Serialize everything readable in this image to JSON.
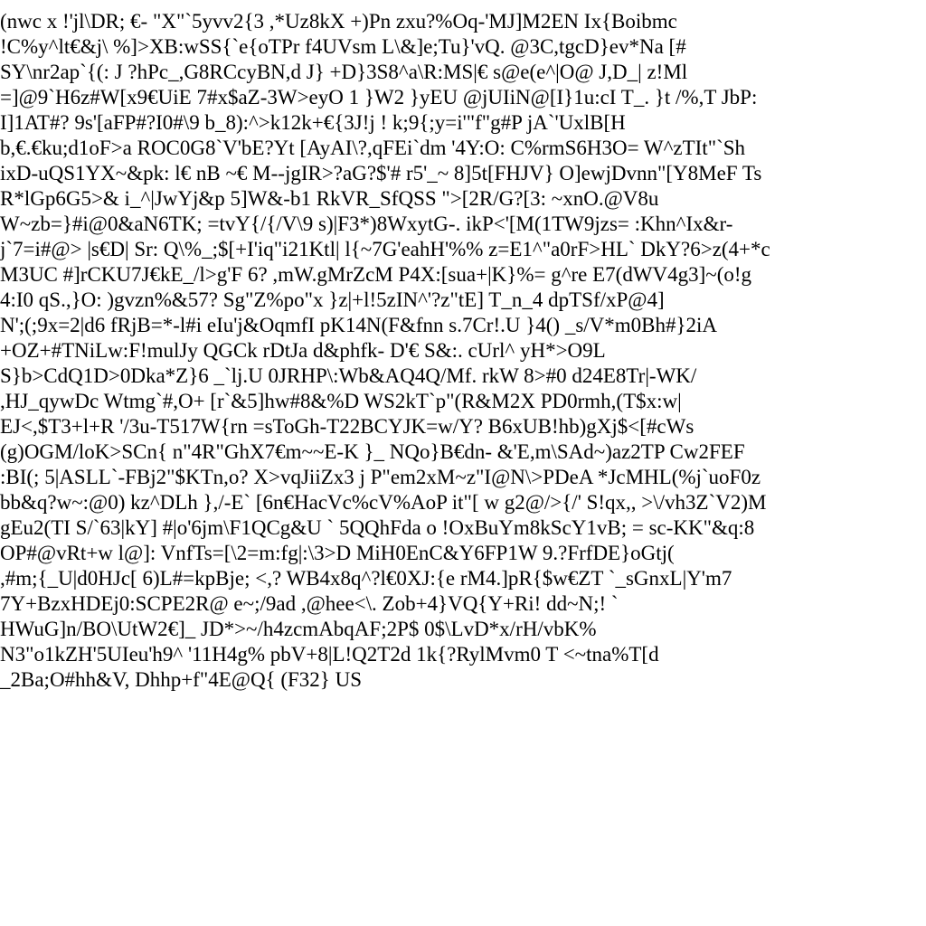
{
  "document": {
    "lines": [
      "(nwc x !'jl\\DR; €- \"X\"`5yvv2{3 ,*Uz8kX +)Pn zxu?%Oq-'MJ]M2EN Ix{Boibmc",
      "!C%y^lt€&j\\ %]>XB:wSS{`e{oTPr f4UVsm L\\&]e;Tu}'vQ. @3C,tgcD}ev*Na [#",
      "SY\\nr2ap`{(: J ?hPc_,G8RCcyBN,d J} +D}3S8^a\\R:MS|€ s@e(e^|O@ J,D_| z!Ml",
      "=]@9`H6z#W[x9€UiE 7#x$aZ-3W>eyO 1 }W2 }yEU @jUIiN@[I}1u:cI T_. }t /%,T JbP:",
      "I]1AT#? 9s'[aFP#?I0#\\9 b_8):^>k12k+€{3J!j ! k;9{;y=i'\"f\"g#P jA`'UxlB[H",
      "b,€.€ku;d1oF>a ROC0G8`V'bE?Yt [AyAI\\?,qFEi`dm '4Y:O: C%rmS6H3O= W^zTIt\"`Sh",
      "ixD-uQS1YX~&pk: l€ nB ~€ M--jgIR>?aG?$'# r5'_~ 8]5t[FHJV} O]ewjDvnn\"[Y8MeF Ts",
      "R*lGp6G5>& i_^|JwYj&p 5]W&-b1 RkVR_SfQSS \">[2R/G?[3: ~xnO.@V8u",
      "W~zb=}#i@0&aN6TK; =tvY{/{/V\\9 s)|F3*)8WxytG-. ikP<'[M(1TW9jzs= :Khn^Ix&r-",
      "j`7=i#@> |s€D| Sr: Q\\%_;$[+I'iq\"i21Ktl| l{~7G'eahH'%% z=E1^\"a0rF>HL` DkY?6>z(4+*c",
      "M3UC #]rCKU7J€kE_/l>g'F 6? ,mW.gMrZcM P4X:[sua+|K}%= g^re E7(dWV4g3]~(o!g",
      "4:I0 qS.,}O: )gvzn%&57? Sg\"Z%po\"x }z|+l!5zIN^'?z\"tE] T_n_4 dpTSf/xP@4]",
      "N';(;9x=2|d6 fRjB=*-l#i eIu'j&OqmfI pK14N(F&fnn s.7Cr!.U }4() _s/V*m0Bh#}2iA",
      "+OZ+#TNiLw:F!mulJy QGCk rDtJa d&phfk- D'€ S&:. cUrl^ yH*>O9L",
      "S}b>CdQ1D>0Dka*Z}6 _`lj.U 0JRHP\\:Wb&AQ4Q/Mf. rkW 8>#0 d24E8Tr|-WK/",
      ",HJ_qywDc Wtmg`#,O+ [r`&5]hw#8&%D WS2kT`p\"(R&M2X PD0rmh,(T$x:w|",
      "EJ<,$T3+l+R '/3u-T517W{rn =sToGh-T22BCYJK=w/Y? B6xUB!hb)gXj$<[#cWs",
      "(g)OGM/loK>SCn{ n\"4R\"GhX7€m~~E-K }_ NQo}B€dn- &'E,m\\SAd~)az2TP Cw2FEF",
      ":BI(; 5|ASLL`-FBj2\"$KTn,o? X>vqJiiZx3 j P\"em2xM~z\"I@N\\>PDeA *JcMHL(%j`uoF0z",
      "bb&q?w~:@0) kz^DLh },/-E` [6n€HacVc%cV%AoP it\"[ w g2@/>{/' S!qx,, >\\/vh3Z`V2)M",
      "gEu2(TI S/`63|kY] #|o'6jm\\F1QCg&U ` 5QQhFda o !OxBuYm8kScY1vB; = sc-KK\"&q:8",
      "OP#@vRt+w l@]: VnfTs=[\\2=m:fg|:\\3>D MiH0EnC&Y6FP1W 9.?FrfDE}oGtj(",
      ",#m;{_U|d0HJc[ 6)L#=kpBje; <,? WB4x8q^?l€0XJ:{e rM4.]pR{$w€ZT `_sGnxL|Y'm7",
      "7Y+BzxHDEj0:SCPE2R@ e~;/9ad ,@hee<\\. Zob+4}VQ{Y+Ri! dd~N;! `",
      "HWuG]n/BO\\UtW2€]_ JD*>~/h4zcmAbqAF;2P$ 0$\\LvD*x/rH/vbK%",
      "N3\"o1kZH'5UIeu'h9^ '11H4g% pbV+8|L!Q2T2d 1k{?RylMvm0 T <~tna%T[d",
      "_2Ba;O#hh&V, Dhhp+f\"4E@Q{ (F32} US"
    ]
  }
}
